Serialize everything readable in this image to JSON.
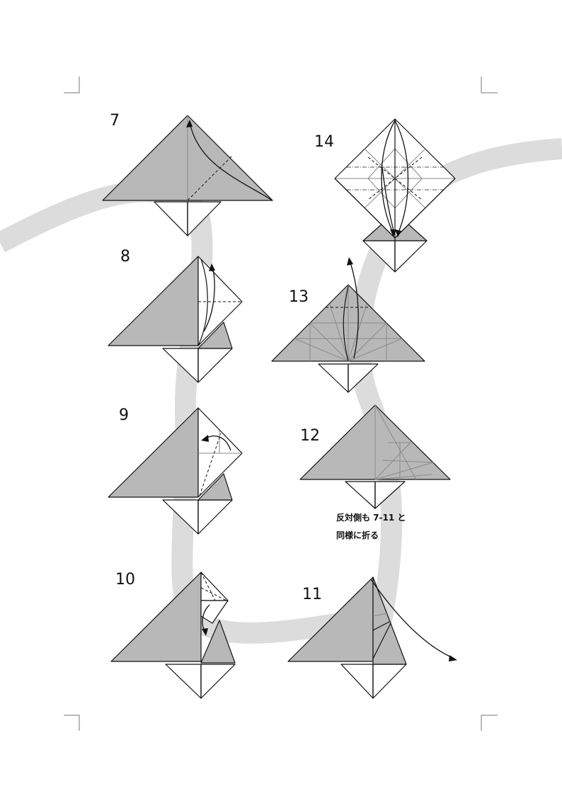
{
  "steps": [
    {
      "number": "7"
    },
    {
      "number": "8"
    },
    {
      "number": "9"
    },
    {
      "number": "10"
    },
    {
      "number": "11"
    },
    {
      "number": "12"
    },
    {
      "number": "13"
    },
    {
      "number": "14"
    }
  ],
  "note": {
    "line1": "反対側も 7-11 と",
    "line2": "同様に折る"
  },
  "colors": {
    "paper": "#b8b8b8",
    "path": "#dcdcdc",
    "line": "#111111"
  }
}
